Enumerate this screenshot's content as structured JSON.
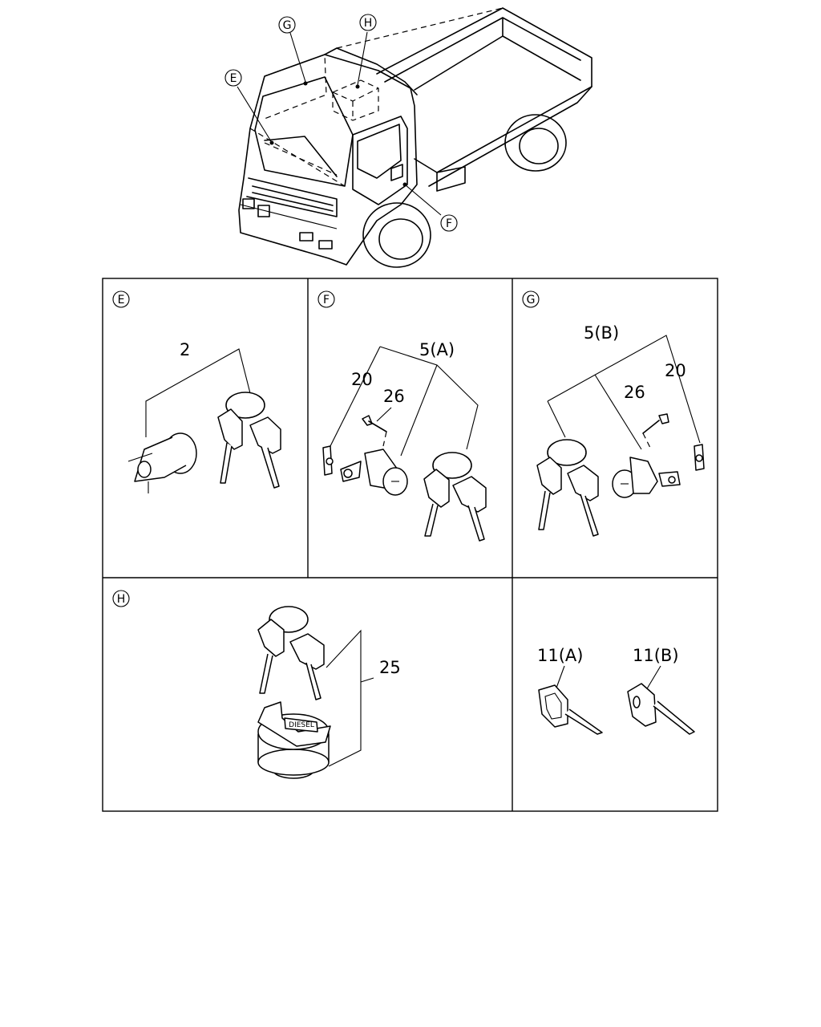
{
  "callouts": {
    "top_g": "G",
    "top_h": "H",
    "top_e": "E",
    "top_f": "F"
  },
  "panels": {
    "e": {
      "label": "E",
      "part": "2"
    },
    "f": {
      "label": "F",
      "parts": [
        "5(A)",
        "20",
        "26"
      ]
    },
    "g": {
      "label": "G",
      "parts": [
        "5(B)",
        "26",
        "20"
      ]
    },
    "h": {
      "label": "H",
      "part": "25",
      "cap_text": "DIESEL"
    },
    "keys": {
      "parts": [
        "11(A)",
        "11(B)"
      ]
    }
  }
}
